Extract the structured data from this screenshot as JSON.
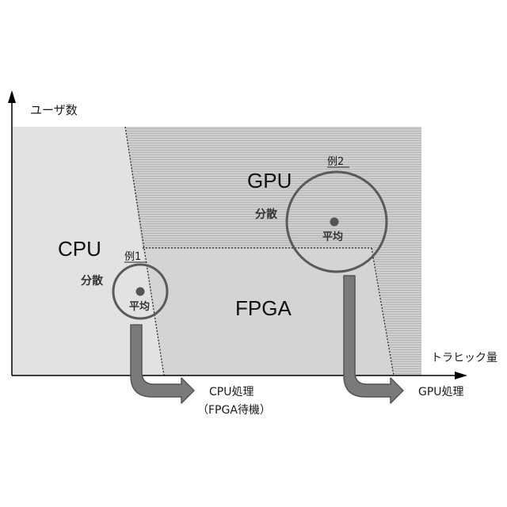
{
  "axes": {
    "y_label": "ユーザ数",
    "x_label": "トラヒック量"
  },
  "regions": {
    "cpu": "CPU",
    "gpu": "GPU",
    "fpga": "FPGA"
  },
  "examples": {
    "ex1": {
      "label": "例1",
      "spread_label": "分散",
      "mean_label": "平均"
    },
    "ex2": {
      "label": "例2",
      "spread_label": "分散",
      "mean_label": "平均"
    }
  },
  "outcomes": {
    "cpu_line1": "CPU処理",
    "cpu_line2": "（FPGA待機）",
    "gpu": "GPU処理"
  },
  "colors": {
    "cpu_region": "#e2e2e2",
    "gpu_region": "#c8c8c8",
    "fpga_region": "#d4d4d4",
    "circle_stroke": "#5a5a5a",
    "arrow_fill": "#7a7a7a"
  }
}
